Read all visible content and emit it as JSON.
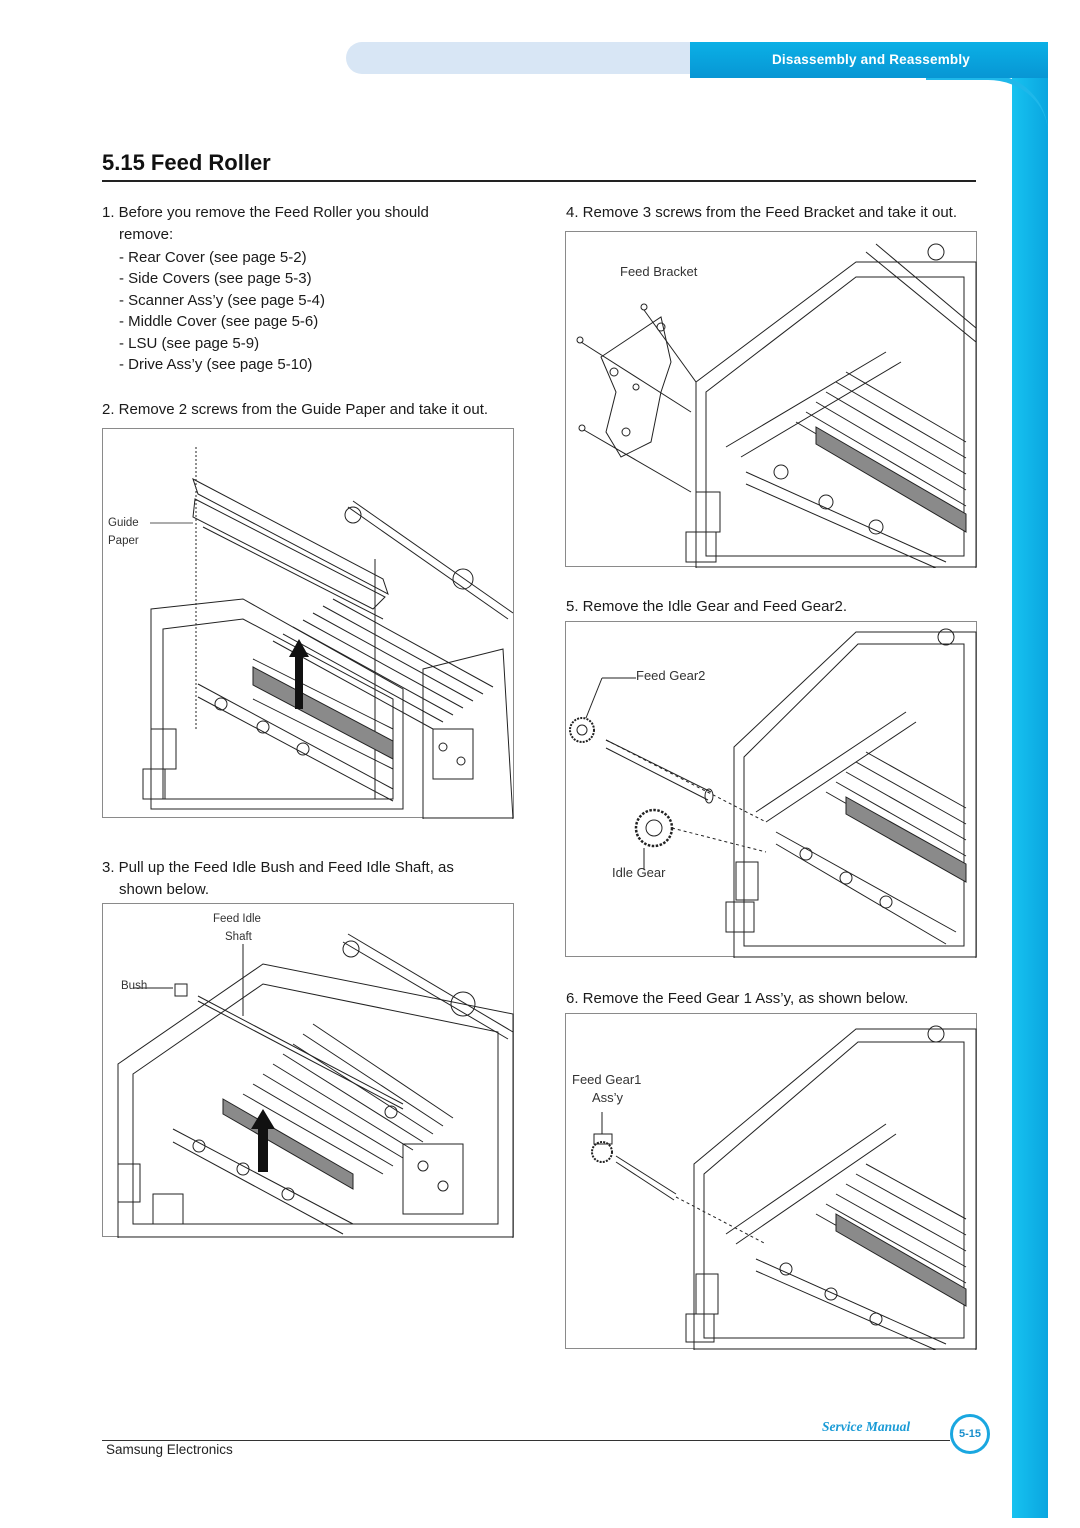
{
  "header": {
    "section_title": "Disassembly and Reassembly"
  },
  "page": {
    "title": "5.15  Feed Roller",
    "footer_company": "Samsung Electronics",
    "footer_manual": "Service Manual",
    "page_number": "5-15"
  },
  "steps": {
    "s1": {
      "text_line1": "1. Before you remove the Feed Roller you should",
      "text_line2": "remove:",
      "items": [
        "- Rear Cover (see page 5-2)",
        "- Side Covers (see page 5-3)",
        "- Scanner Ass’y (see page 5-4)",
        "- Middle Cover (see page 5-6)",
        "- LSU (see page 5-9)",
        "- Drive Ass’y (see page 5-10)"
      ]
    },
    "s2": {
      "text": "2. Remove 2 screws from the Guide Paper and take it out.",
      "label_line1": "Guide",
      "label_line2": "Paper"
    },
    "s3": {
      "text_line1": "3. Pull up the Feed Idle Bush and Feed Idle Shaft, as",
      "text_line2": "shown below.",
      "label_shaft_line1": "Feed Idle",
      "label_shaft_line2": "Shaft",
      "label_bush": "Bush"
    },
    "s4": {
      "text": "4. Remove 3 screws from the Feed Bracket and take it out.",
      "label": "Feed Bracket"
    },
    "s5": {
      "text": "5. Remove the Idle Gear and Feed Gear2.",
      "label_gear2": "Feed Gear2",
      "label_idle": "Idle Gear"
    },
    "s6": {
      "text": "6. Remove the Feed Gear 1 Ass’y, as shown below.",
      "label_line1": "Feed Gear1",
      "label_line2": "Ass’y"
    }
  }
}
